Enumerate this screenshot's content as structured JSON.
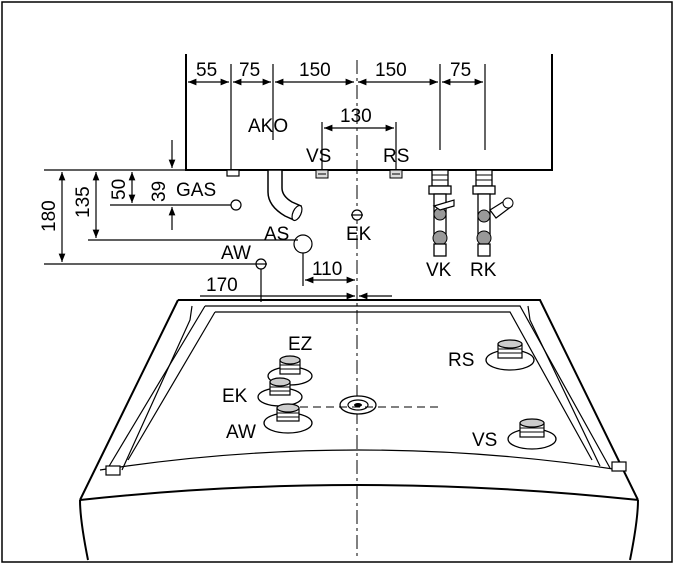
{
  "top_dimensions": [
    "55",
    "75",
    "150",
    "150",
    "75"
  ],
  "dim_130": "130",
  "left_dimensions": [
    "180",
    "135",
    "50",
    "39"
  ],
  "bottom_dimensions": [
    "170",
    "110"
  ],
  "connections_top": {
    "gas": "GAS",
    "ako": "AKO",
    "vs": "VS",
    "rs": "RS",
    "as": "AS",
    "ek": "EK",
    "aw": "AW",
    "vk": "VK",
    "rk": "RK"
  },
  "connections_floor": {
    "ez": "EZ",
    "ek": "EK",
    "aw": "AW",
    "rs": "RS",
    "vs": "VS"
  }
}
